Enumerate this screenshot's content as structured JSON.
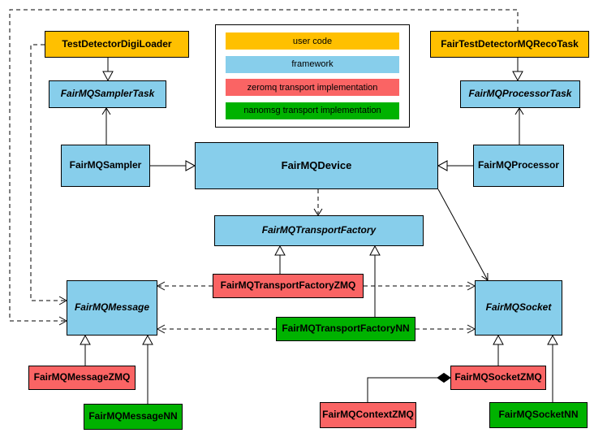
{
  "legend": {
    "items": [
      {
        "label": "user code",
        "color": "#ffc000"
      },
      {
        "label": "framework",
        "color": "#87ceeb"
      },
      {
        "label": "zeromq transport implementation",
        "color": "#fa6464"
      },
      {
        "label": "nanomsg transport implementation",
        "color": "#00b200"
      }
    ]
  },
  "colors": {
    "user_code": "#ffc000",
    "framework": "#87ceeb",
    "zeromq": "#fa6464",
    "nanomsg": "#00b200",
    "border": "#000000",
    "background": "#ffffff"
  },
  "nodes": {
    "test_detector_digi_loader": {
      "label": "TestDetectorDigiLoader",
      "type": "user code"
    },
    "fair_test_detector_mq_reco_task": {
      "label": "FairTestDetectorMQRecoTask",
      "type": "user code"
    },
    "fairmq_sampler_task": {
      "label": "FairMQSamplerTask",
      "type": "framework",
      "abstract": true
    },
    "fairmq_processor_task": {
      "label": "FairMQProcessorTask",
      "type": "framework",
      "abstract": true
    },
    "fairmq_sampler": {
      "label": "FairMQSampler",
      "type": "framework"
    },
    "fairmq_device": {
      "label": "FairMQDevice",
      "type": "framework"
    },
    "fairmq_processor": {
      "label": "FairMQProcessor",
      "type": "framework"
    },
    "fairmq_transport_factory": {
      "label": "FairMQTransportFactory",
      "type": "framework",
      "abstract": true
    },
    "fairmq_transport_factory_zmq": {
      "label": "FairMQTransportFactoryZMQ",
      "type": "zeromq"
    },
    "fairmq_transport_factory_nn": {
      "label": "FairMQTransportFactoryNN",
      "type": "nanomsg"
    },
    "fairmq_message": {
      "label": "FairMQMessage",
      "type": "framework",
      "abstract": true
    },
    "fairmq_socket": {
      "label": "FairMQSocket",
      "type": "framework",
      "abstract": true
    },
    "fairmq_message_zmq": {
      "label": "FairMQMessageZMQ",
      "type": "zeromq"
    },
    "fairmq_message_nn": {
      "label": "FairMQMessageNN",
      "type": "nanomsg"
    },
    "fairmq_context_zmq": {
      "label": "FairMQContextZMQ",
      "type": "zeromq"
    },
    "fairmq_socket_zmq": {
      "label": "FairMQSocketZMQ",
      "type": "zeromq"
    },
    "fairmq_socket_nn": {
      "label": "FairMQSocketNN",
      "type": "nanomsg"
    }
  },
  "edges": [
    {
      "from": "TestDetectorDigiLoader",
      "to": "FairMQSamplerTask",
      "kind": "inheritance"
    },
    {
      "from": "FairTestDetectorMQRecoTask",
      "to": "FairMQProcessorTask",
      "kind": "inheritance"
    },
    {
      "from": "FairMQSampler",
      "to": "FairMQDevice",
      "kind": "inheritance"
    },
    {
      "from": "FairMQProcessor",
      "to": "FairMQDevice",
      "kind": "inheritance"
    },
    {
      "from": "FairMQSampler",
      "to": "FairMQSamplerTask",
      "kind": "association"
    },
    {
      "from": "FairMQProcessor",
      "to": "FairMQProcessorTask",
      "kind": "association"
    },
    {
      "from": "FairMQTransportFactoryZMQ",
      "to": "FairMQTransportFactory",
      "kind": "inheritance"
    },
    {
      "from": "FairMQTransportFactoryNN",
      "to": "FairMQTransportFactory",
      "kind": "inheritance"
    },
    {
      "from": "FairMQMessageZMQ",
      "to": "FairMQMessage",
      "kind": "inheritance"
    },
    {
      "from": "FairMQMessageNN",
      "to": "FairMQMessage",
      "kind": "inheritance"
    },
    {
      "from": "FairMQSocketZMQ",
      "to": "FairMQSocket",
      "kind": "inheritance"
    },
    {
      "from": "FairMQSocketNN",
      "to": "FairMQSocket",
      "kind": "inheritance"
    },
    {
      "from": "FairMQDevice",
      "to": "FairMQTransportFactory",
      "kind": "dependency"
    },
    {
      "from": "FairMQDevice",
      "to": "FairMQSocket",
      "kind": "association"
    },
    {
      "from": "FairMQTransportFactoryZMQ",
      "to": "FairMQMessage",
      "kind": "dependency"
    },
    {
      "from": "FairMQTransportFactoryZMQ",
      "to": "FairMQSocket",
      "kind": "dependency"
    },
    {
      "from": "FairMQTransportFactoryNN",
      "to": "FairMQMessage",
      "kind": "dependency"
    },
    {
      "from": "FairMQTransportFactoryNN",
      "to": "FairMQSocket",
      "kind": "dependency"
    },
    {
      "from": "TestDetectorDigiLoader",
      "to": "FairMQMessage",
      "kind": "dependency"
    },
    {
      "from": "FairTestDetectorMQRecoTask",
      "to": "FairMQMessage",
      "kind": "dependency"
    },
    {
      "from": "FairMQSocketZMQ",
      "to": "FairMQContextZMQ",
      "kind": "composition"
    }
  ]
}
